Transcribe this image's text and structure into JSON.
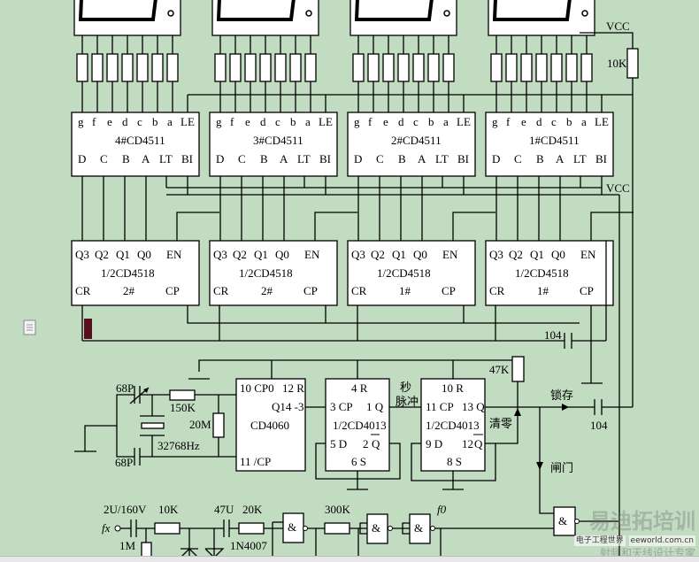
{
  "displays": [
    {
      "decoder": "4#CD4511",
      "counter_half": "2#"
    },
    {
      "decoder": "3#CD4511",
      "counter_half": "2#"
    },
    {
      "decoder": "2#CD4511",
      "counter_half": "1#"
    },
    {
      "decoder": "1#CD4511",
      "counter_half": "1#"
    }
  ],
  "cd4511_top_pins": [
    "g",
    "f",
    "e",
    "d",
    "c",
    "b",
    "a",
    "LE"
  ],
  "cd4511_bottom_pins": [
    "D",
    "C",
    "B",
    "A",
    "LT",
    "BI"
  ],
  "cd4518": {
    "top_pins": [
      "Q3",
      "Q2",
      "Q1",
      "Q0",
      "EN"
    ],
    "name": "1/2CD4518",
    "cr": "CR",
    "cp": "CP"
  },
  "vcc_top": "VCC",
  "vcc_bottom": "VCC",
  "pullup": "10K",
  "cap_104_upper": "104",
  "oscillator": {
    "c1": "68P",
    "c2": "68P",
    "r1": "150K",
    "r2": "20M",
    "crystal": "32768Hz"
  },
  "cd4060": {
    "cp0": "10 CP0",
    "r": "12 R",
    "q": "Q14 -3",
    "name": "CD4060",
    "cp": "11 /CP"
  },
  "ff1": {
    "r": "4 R",
    "cp": "3 CP",
    "q": "1 Q",
    "name": "1/2CD4013",
    "d": "5 D",
    "qbar_num": "2",
    "qbar": "Q",
    "s": "6 S"
  },
  "ff2": {
    "r": "10 R",
    "cp": "11 CP",
    "q": "13 Q",
    "name": "1/2CD4013",
    "d": "9 D",
    "qbar_num": "12",
    "qbar": "Q",
    "s": "8 S"
  },
  "labels": {
    "second_pulse_1": "秒",
    "second_pulse_2": "脉冲",
    "clear": "清零",
    "latch": "锁存",
    "gate": "闸门",
    "r_47k": "47K",
    "cap_104_lower": "104"
  },
  "input_stage": {
    "fx": "fx",
    "c_in": "2U/160V",
    "r_1m": "1M",
    "r_10k": "10K",
    "c_47u": "47U",
    "r_20k": "20K",
    "diode": "1N4007",
    "r_300k": "300K",
    "f0": "f0",
    "gate_symbol": "&"
  },
  "watermark": {
    "line1": "易迪拓培训",
    "line2": "射频和天线设计专家",
    "logo": "电子工程世界",
    "url": "eeworld.com.cn"
  }
}
